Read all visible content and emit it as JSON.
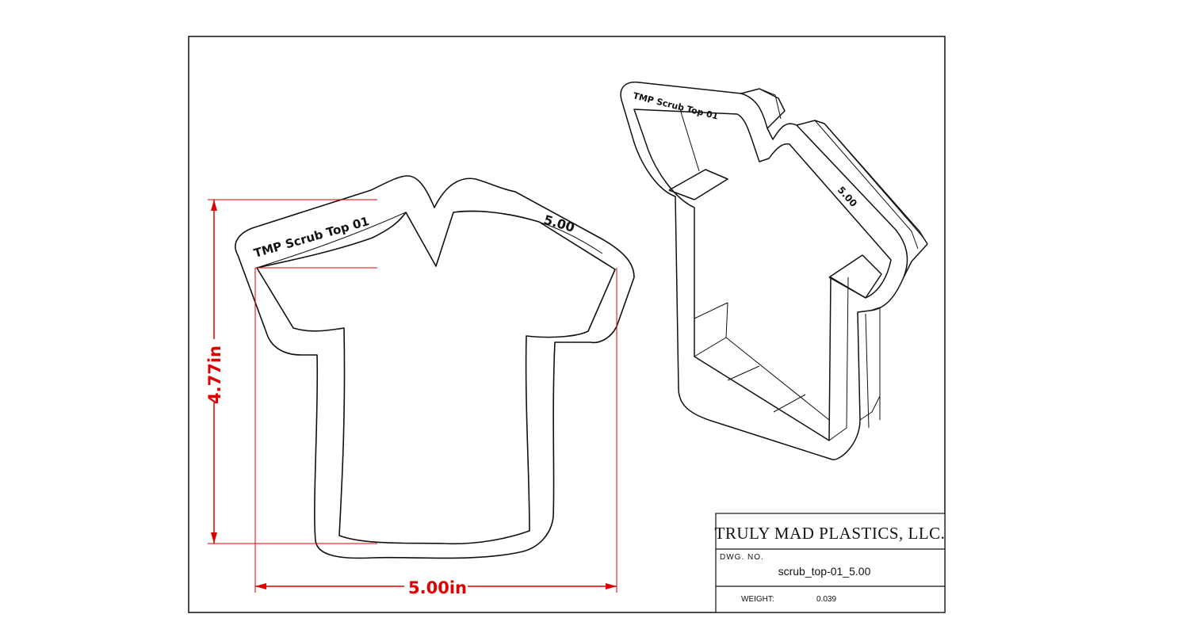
{
  "drawing": {
    "engraving": {
      "name": "TMP  Scrub Top 01",
      "size": "5.00"
    },
    "dimensions": {
      "height": "4.77in",
      "width": "5.00in"
    },
    "colors": {
      "dimension": "#e00000",
      "line": "#111111"
    }
  },
  "title_block": {
    "company": "TRULY MAD PLASTICS, LLC.",
    "dwg_no_label": "DWG.  NO.",
    "dwg_no": "scrub_top-01_5.00",
    "weight_label": "WEIGHT:",
    "weight": "0.039"
  }
}
